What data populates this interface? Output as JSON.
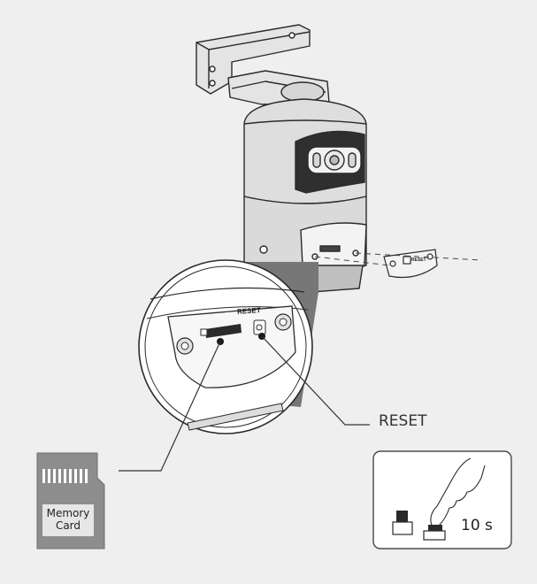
{
  "labels": {
    "reset_callout": "RESET",
    "reset_engraving": "RESET",
    "reset_engraving_small": "RESET",
    "memory_card_line1": "Memory",
    "memory_card_line2": "Card",
    "hold_time": "10 s"
  },
  "colors": {
    "background": "#efefef",
    "outline": "#2b2b2b",
    "body_fill": "#dcdcdc",
    "card_fill": "#8d8d8d",
    "card_label_fill": "#e6e6e6",
    "button_dark": "#2a2a2a"
  },
  "icons": [
    "camera-icon",
    "magnifier-icon",
    "memory-card-icon",
    "finger-press-icon",
    "button-icon"
  ]
}
